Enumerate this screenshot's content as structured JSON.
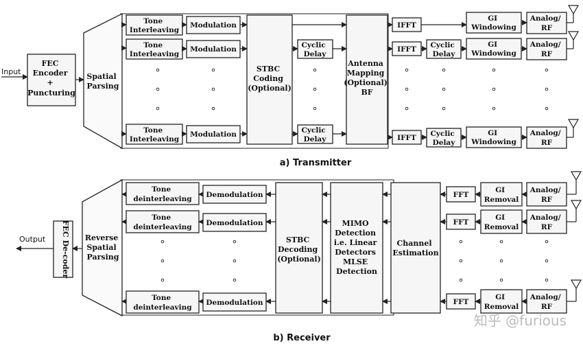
{
  "transmitter": {
    "input": "Input",
    "fec": [
      "FEC",
      "Encoder",
      "+",
      "Puncturing"
    ],
    "spatial": [
      "Spatial",
      "Parsing"
    ],
    "tone": [
      "Tone",
      "Interleaving"
    ],
    "modulation": "Modulation",
    "stbc": [
      "STBC",
      "Coding",
      "(Optional)"
    ],
    "cyclic": [
      "Cyclic",
      "Delay"
    ],
    "antenna": [
      "Antenna",
      "Mapping",
      "(Optional)",
      "BF"
    ],
    "ifft": "IFFT",
    "gi": [
      "GI",
      "Windowing"
    ],
    "analog": [
      "Analog/",
      "RF"
    ],
    "caption": "a) Transmitter"
  },
  "receiver": {
    "output": "Output",
    "fec": "FEC De-coder",
    "reverse": [
      "Reverse",
      "Spatial",
      "Parsing"
    ],
    "tone": [
      "Tone",
      "deinterleaving"
    ],
    "demod": "Demodulation",
    "stbc": [
      "STBC",
      "Decoding",
      "(Optional)"
    ],
    "mimo": [
      "MIMO",
      "Detection",
      "i.e. Linear",
      "Detectors",
      "MLSE",
      "Detection"
    ],
    "channel": [
      "Channel",
      "Estimation"
    ],
    "fft": "FFT",
    "gi": [
      "GI",
      "Removal"
    ],
    "analog": [
      "Analog/",
      "RF"
    ],
    "caption": "b) Receiver"
  },
  "watermark": "知乎 @furious"
}
